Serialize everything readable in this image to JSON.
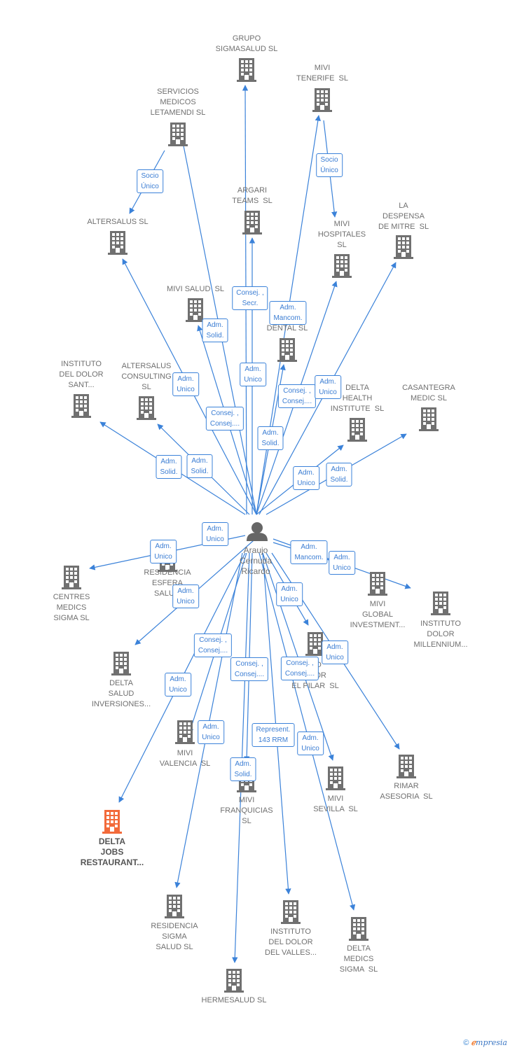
{
  "colors": {
    "edge": "#3b82d9",
    "node": "#707070",
    "highlight": "#f26a3a",
    "person": "#666666"
  },
  "center": {
    "name": "Araujo\nCernuda\nRicardo",
    "icon": "person-icon"
  },
  "nodes": [
    {
      "id": "grupo",
      "name": "GRUPO\nSIGMASALUD SL"
    },
    {
      "id": "mivi_tenerife",
      "name": "MIVI\nTENERIFE  SL"
    },
    {
      "id": "servicios",
      "name": "SERVICIOS\nMEDICOS\nLETAMENDI SL"
    },
    {
      "id": "argari",
      "name": "ARGARI\nTEAMS  SL"
    },
    {
      "id": "altersalus",
      "name": "ALTERSALUS SL"
    },
    {
      "id": "mivi_hospitales",
      "name": "MIVI\nHOSPITALES\nSL"
    },
    {
      "id": "la_despensa",
      "name": "LA\nDESPENSA\nDE MITRE  SL"
    },
    {
      "id": "mivi_salud",
      "name": "MIVI SALUD  SL"
    },
    {
      "id": "sigma_dental",
      "name": "SI...\nDENTAL SL"
    },
    {
      "id": "instituto_sant",
      "name": "INSTITUTO\nDEL DOLOR\nSANT..."
    },
    {
      "id": "altersalus_consulting",
      "name": "ALTERSALUS\nCONSULTING\nSL"
    },
    {
      "id": "delta_health",
      "name": "DELTA\nHEALTH\nINSTITUTE  SL"
    },
    {
      "id": "casantegra",
      "name": "CASANTEGRA\nMEDIC SL"
    },
    {
      "id": "centres",
      "name": "CENTRES\nMEDICS\nSIGMA SL"
    },
    {
      "id": "residencia_esfera",
      "name": "RESIDENCIA\nESFERA\nSALU..."
    },
    {
      "id": "mivi_global",
      "name": "MIVI\nGLOBAL\nINVESTMENT..."
    },
    {
      "id": "instituto_millennium",
      "name": "INSTITUTO\nDOLOR\nMILLENNIUM..."
    },
    {
      "id": "delta_salud",
      "name": "DELTA\nSALUD\nINVERSIONES..."
    },
    {
      "id": "instituto_pilar",
      "name": "...O\n...LOR\nEL PILAR  SL"
    },
    {
      "id": "mivi_valencia",
      "name": "MIVI\nVALENCIA  SL"
    },
    {
      "id": "rimar",
      "name": "RIMAR\nASESORIA  SL"
    },
    {
      "id": "mivi_franquicias",
      "name": "MIVI\nFRANQUICIAS\nSL"
    },
    {
      "id": "mivi_sevilla",
      "name": "MIVI\nSEVILLA  SL"
    },
    {
      "id": "delta_jobs",
      "name": "DELTA\nJOBS\nRESTAURANT...",
      "highlight": true
    },
    {
      "id": "residencia_sigma",
      "name": "RESIDENCIA\nSIGMA\nSALUD SL"
    },
    {
      "id": "instituto_valles",
      "name": "INSTITUTO\nDEL DOLOR\nDEL VALLES..."
    },
    {
      "id": "delta_medics",
      "name": "DELTA\nMEDICS\nSIGMA  SL"
    },
    {
      "id": "hermesalud",
      "name": "HERMESALUD SL"
    }
  ],
  "edge_labels": [
    {
      "text": "Socio\nÚnico"
    },
    {
      "text": "Socio\nÚnico"
    },
    {
      "text": "Consej. ,\nSecr."
    },
    {
      "text": "Adm.\nMancom."
    },
    {
      "text": "Adm.\nSolid."
    },
    {
      "text": "Adm.\nUnico"
    },
    {
      "text": "Adm.\nUnico"
    },
    {
      "text": "Consej. ,\nConsej...."
    },
    {
      "text": "Adm.\nUnico"
    },
    {
      "text": "Consej. ,\nConsej...."
    },
    {
      "text": "Adm.\nSolid."
    },
    {
      "text": "Adm.\nSolid."
    },
    {
      "text": "Adm.\nSolid."
    },
    {
      "text": "Adm.\nUnico"
    },
    {
      "text": "Adm.\nSolid."
    },
    {
      "text": "Adm.\nUnico"
    },
    {
      "text": "Adm.\nUnico"
    },
    {
      "text": "Adm.\nMancom."
    },
    {
      "text": "Adm.\nUnico"
    },
    {
      "text": "Adm.\nUnico"
    },
    {
      "text": "Adm.\nUnico"
    },
    {
      "text": "Consej. ,\nConsej...."
    },
    {
      "text": "Adm.\nUnico"
    },
    {
      "text": "Consej. ,\nConsej...."
    },
    {
      "text": "Consej. ,\nConsej...."
    },
    {
      "text": "Adm.\nUnico"
    },
    {
      "text": "Adm.\nUnico"
    },
    {
      "text": "Represent.\n143 RRM"
    },
    {
      "text": "Adm.\nUnico"
    },
    {
      "text": "Adm.\nSolid."
    }
  ],
  "footer": {
    "copyright": "©",
    "brand_e": "ℯ",
    "brand_rest": "mpresia"
  }
}
